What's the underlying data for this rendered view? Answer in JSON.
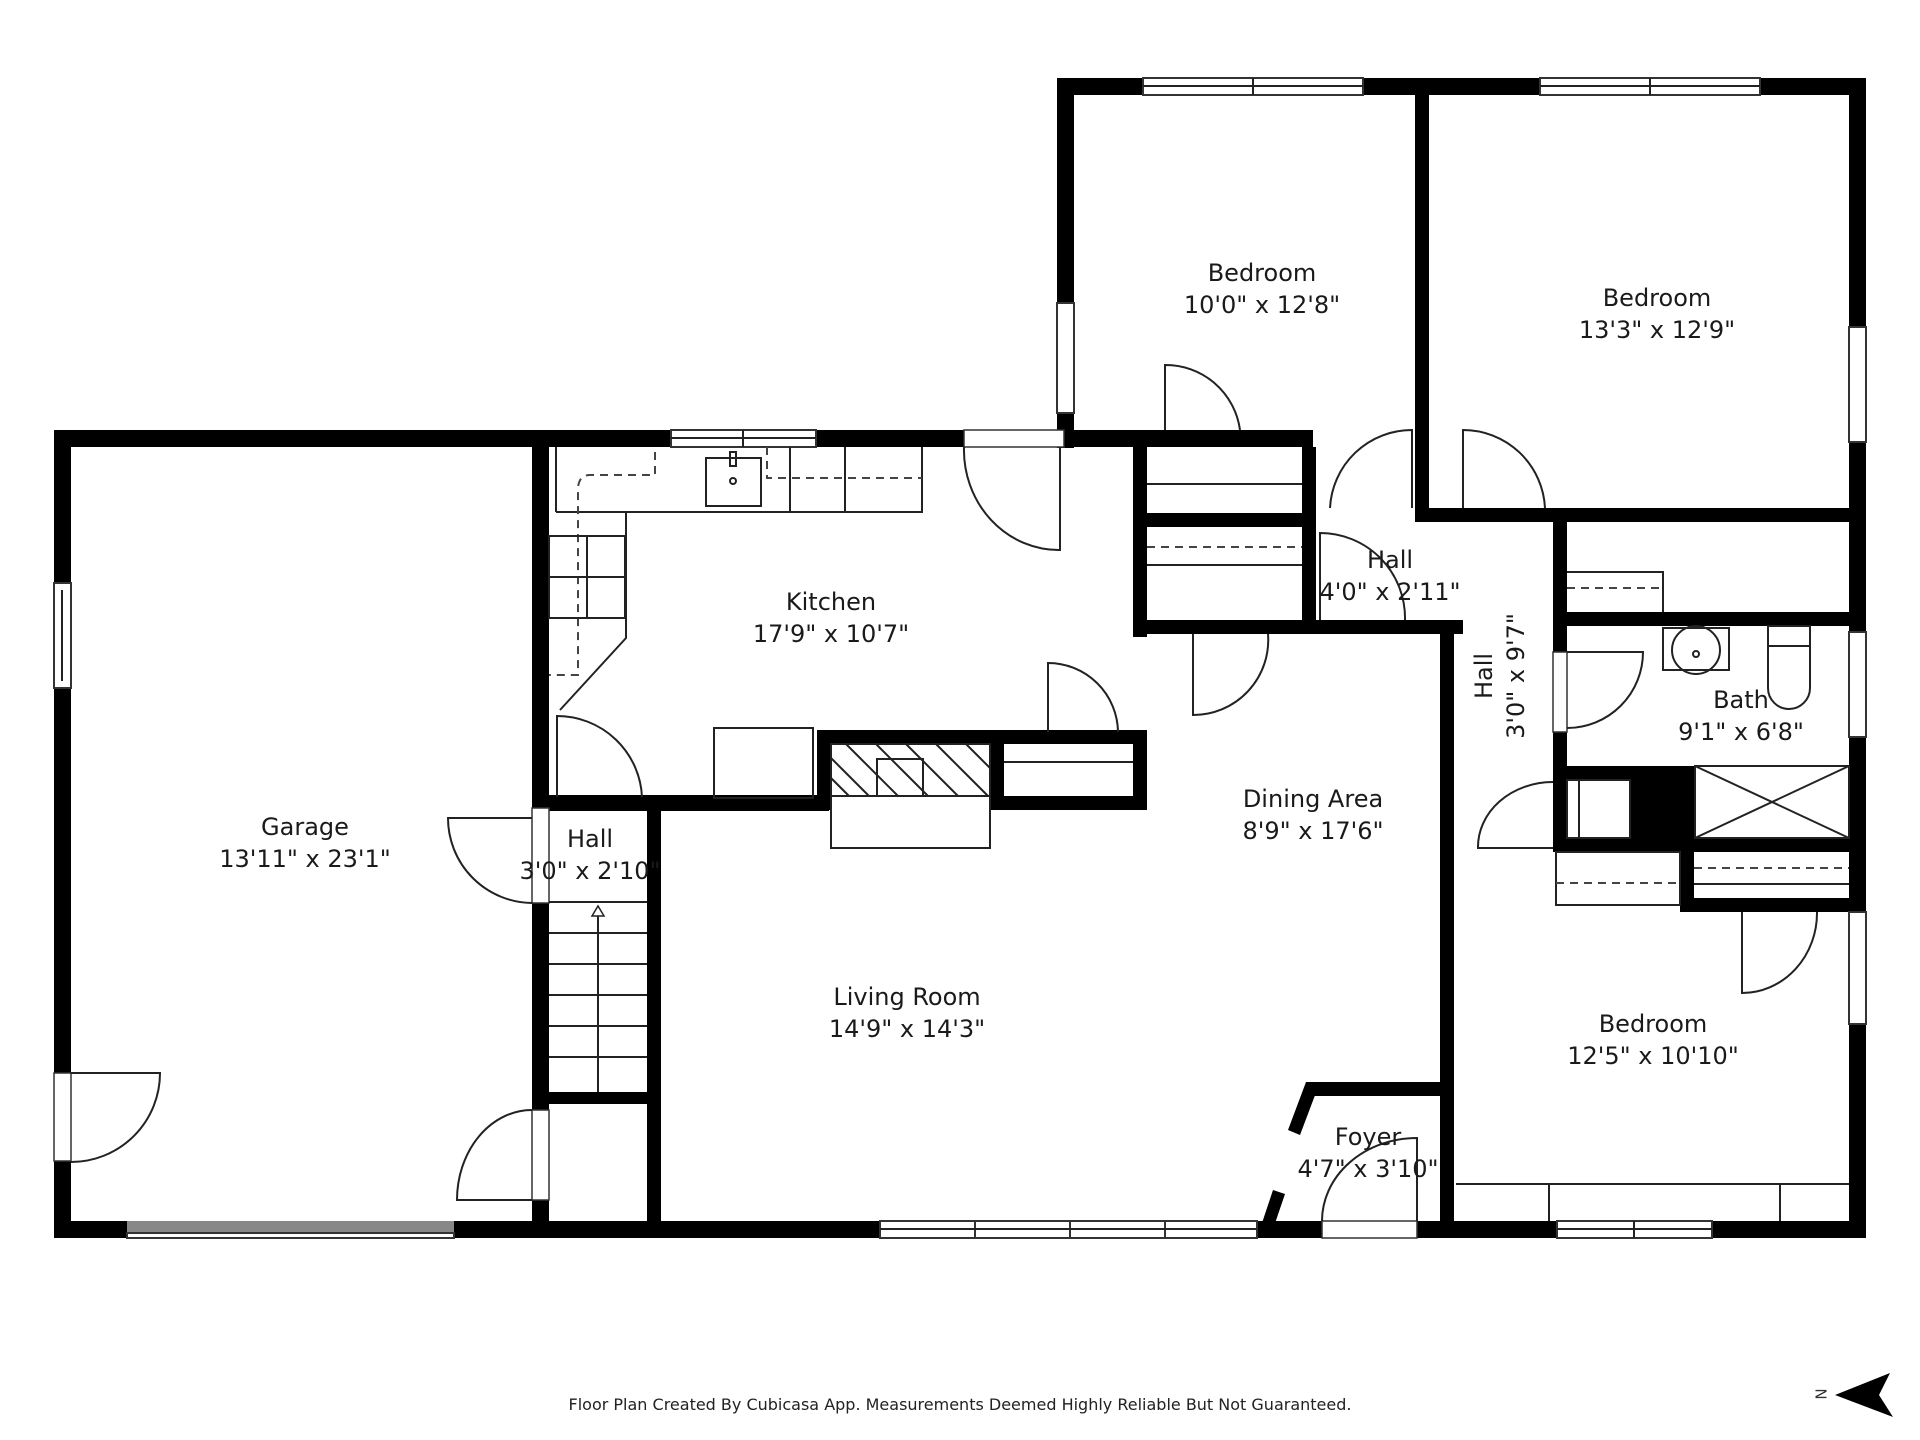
{
  "rooms": [
    {
      "id": "garage",
      "name": "Garage",
      "dimensions": "13'11\" x 23'1\""
    },
    {
      "id": "kitchen",
      "name": "Kitchen",
      "dimensions": "17'9\" x 10'7\""
    },
    {
      "id": "hall_left",
      "name": "Hall",
      "dimensions": "3'0\" x 2'10\""
    },
    {
      "id": "living_room",
      "name": "Living Room",
      "dimensions": "14'9\" x 14'3\""
    },
    {
      "id": "dining_area",
      "name": "Dining Area",
      "dimensions": "8'9\" x 17'6\""
    },
    {
      "id": "foyer",
      "name": "Foyer",
      "dimensions": "4'7\" x 3'10\""
    },
    {
      "id": "bedroom_1",
      "name": "Bedroom",
      "dimensions": "10'0\" x 12'8\""
    },
    {
      "id": "bedroom_2",
      "name": "Bedroom",
      "dimensions": "13'3\" x 12'9\""
    },
    {
      "id": "hall_top",
      "name": "Hall",
      "dimensions": "4'0\" x 2'11\""
    },
    {
      "id": "hall_vertical",
      "name": "Hall",
      "dimensions": "3'0\" x 9'7\""
    },
    {
      "id": "bath",
      "name": "Bath",
      "dimensions": "9'1\" x 6'8\""
    },
    {
      "id": "bedroom_3",
      "name": "Bedroom",
      "dimensions": "12'5\" x 10'10\""
    }
  ],
  "footer": {
    "text": "Floor Plan Created By Cubicasa App. Measurements Deemed Highly Reliable But Not Guaranteed."
  },
  "compass": {
    "label": "N",
    "icon": "north-arrow-icon"
  },
  "colors": {
    "wall": "#000000",
    "background": "#ffffff",
    "line": "#222222"
  }
}
